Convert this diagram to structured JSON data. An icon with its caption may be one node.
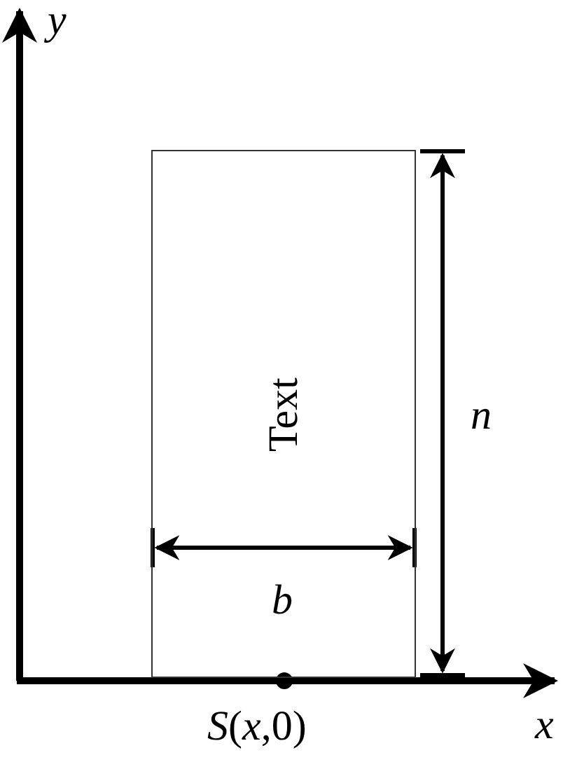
{
  "diagram": {
    "nodes": [
      {
        "text": [
          "Text"
        ]
      }
    ],
    "edges": [],
    "labels": [
      "y",
      "n",
      "b",
      "*S*(*x*,0)",
      "x"
    ]
  }
}
